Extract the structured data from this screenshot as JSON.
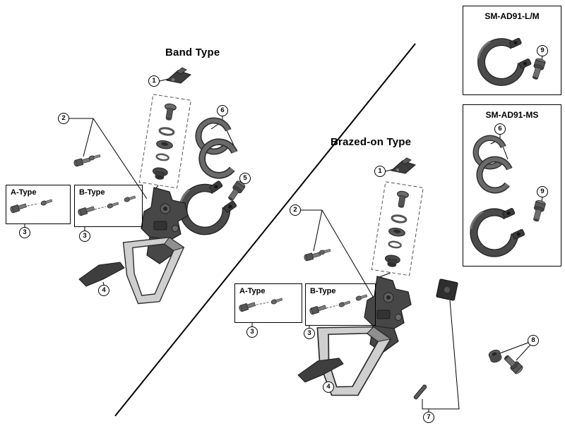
{
  "diagram": {
    "headings": {
      "band": "Band Type",
      "brazed": "Brazed-on Type"
    },
    "boxes": {
      "sm_ad91_lm": {
        "title": "SM-AD91-L/M"
      },
      "sm_ad91_ms": {
        "title": "SM-AD91-MS"
      },
      "a_type_band": {
        "title": "A-Type"
      },
      "b_type_band": {
        "title": "B-Type"
      },
      "a_type_brazed": {
        "title": "A-Type"
      },
      "b_type_brazed": {
        "title": "B-Type"
      }
    },
    "callouts": {
      "band": {
        "c1": "1",
        "c2": "2",
        "c3a": "3",
        "c3b": "3",
        "c4": "4",
        "c5": "5",
        "c6": "6"
      },
      "brazed": {
        "c1": "1",
        "c2": "2",
        "c3a": "3",
        "c3b": "3",
        "c4": "4",
        "c7": "7",
        "c8": "8"
      },
      "sm_ad91_lm": {
        "c9": "9"
      },
      "sm_ad91_ms": {
        "c6": "6",
        "c9": "9"
      }
    },
    "palette": {
      "line": "#000000",
      "part_dark": "#3d3d3d",
      "part_mid": "#6a6a6a",
      "background": "#ffffff"
    }
  }
}
